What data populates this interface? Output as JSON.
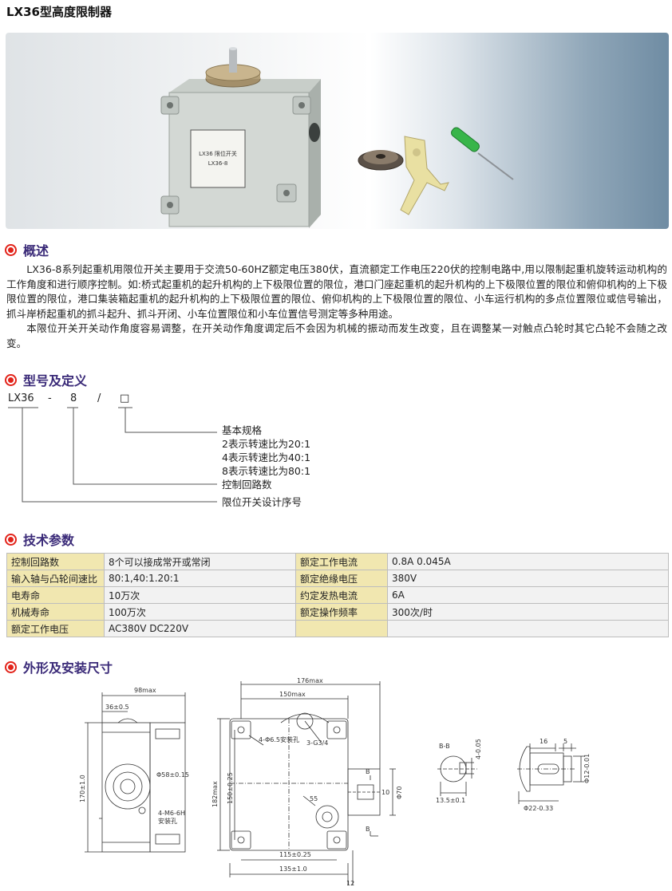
{
  "title": "LX36型高度限制器",
  "sections": {
    "overview": "概述",
    "model": "型号及定义",
    "params": "技术参数",
    "dims": "外形及安装尺寸"
  },
  "overview_paragraphs": [
    "LX36-8系列起重机用限位开关主要用于交流50-60HZ额定电压380伏，直流额定工作电压220伏的控制电路中,用以限制起重机旋转运动机构的工作角度和进行顺序控制。如:桥式起重机的起升机构的上下极限位置的限位，港口门座起重机的起升机构的上下极限位置的限位和俯仰机构的上下极限位置的限位，港口集装箱起重机的起升机构的上下极限位置的限位、俯仰机构的上下极限位置的限位、小车运行机构的多点位置限位或信号输出，抓斗岸桥起重机的抓斗起升、抓斗开闭、小车位置限位和小车位置信号测定等多种用途。",
    "本限位开关开关动作角度容易调整，在开关动作角度调定后不会因为机械的振动而发生改变，且在调整某一对触点凸轮时其它凸轮不会随之改变。"
  ],
  "model_code": {
    "part1": "LX36",
    "sep1": "-",
    "part2": "8",
    "sep2": "/",
    "part3": "□"
  },
  "definitions": {
    "spec_title": "基本规格",
    "spec_lines": [
      "2表示转速比为20:1",
      "4表示转速比为40:1",
      "8表示转速比为80:1"
    ],
    "circuits": "控制回路数",
    "series": "限位开关设计序号"
  },
  "params_rows": [
    [
      "控制回路数",
      "8个可以接成常开或常闭",
      "额定工作电流",
      "0.8A 0.045A"
    ],
    [
      "输入轴与凸轮间速比",
      "80:1,40:1.20:1",
      "额定绝缘电压",
      "380V"
    ],
    [
      "电寿命",
      "10万次",
      "约定发热电流",
      "6A"
    ],
    [
      "机械寿命",
      "100万次",
      "额定操作频率",
      "300次/时"
    ],
    [
      "额定工作电压",
      "AC380V  DC220V",
      "",
      ""
    ]
  ],
  "photo_label": {
    "line1": "LX36 限位开关",
    "line2": "LX36-8"
  },
  "dims": {
    "left": [
      "98max",
      "36±0.5",
      "170±1.0",
      "Φ58±0.15",
      "4-M6-6H",
      "安装孔"
    ],
    "middle": [
      "176max",
      "150max",
      "4-Φ6.5安装孔",
      "3-G3/4",
      "182max",
      "150±0.25",
      "B",
      "10",
      "Φ70",
      "55",
      "B",
      "115±0.25",
      "135±1.0",
      "12"
    ],
    "section": [
      "B-B",
      "4-0.05",
      "13.5±0.1"
    ],
    "shaft": [
      "16",
      "5",
      "Φ12-0.01",
      "Φ22-0.33"
    ]
  },
  "colors": {
    "accent": "#e2231a",
    "heading": "#3a2a78",
    "key_cell": "#f1e7b0",
    "value_cell": "#f2f2f2"
  }
}
